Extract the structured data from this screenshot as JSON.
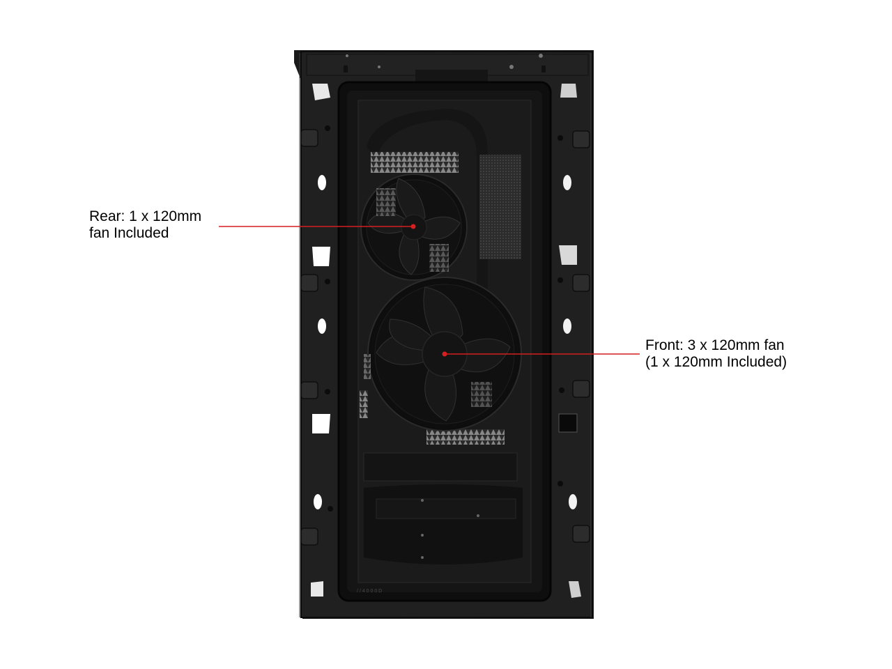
{
  "callouts": {
    "rear": {
      "line1": "Rear: 1 x 120mm",
      "line2": "fan Included"
    },
    "front": {
      "line1": "Front: 3 x 120mm fan",
      "line2": "(1 x 120mm Included)"
    }
  },
  "panel_engraving": "/ / 4 0 0 0 D",
  "colors": {
    "background": "#ffffff",
    "case_frame": "#1e1e1e",
    "glass_panel": "#141414",
    "callout_line": "#d61f1f",
    "callout_text": "#000000"
  },
  "icons": {
    "case": "pc-case-side-panel",
    "fan": "fan-icon"
  }
}
